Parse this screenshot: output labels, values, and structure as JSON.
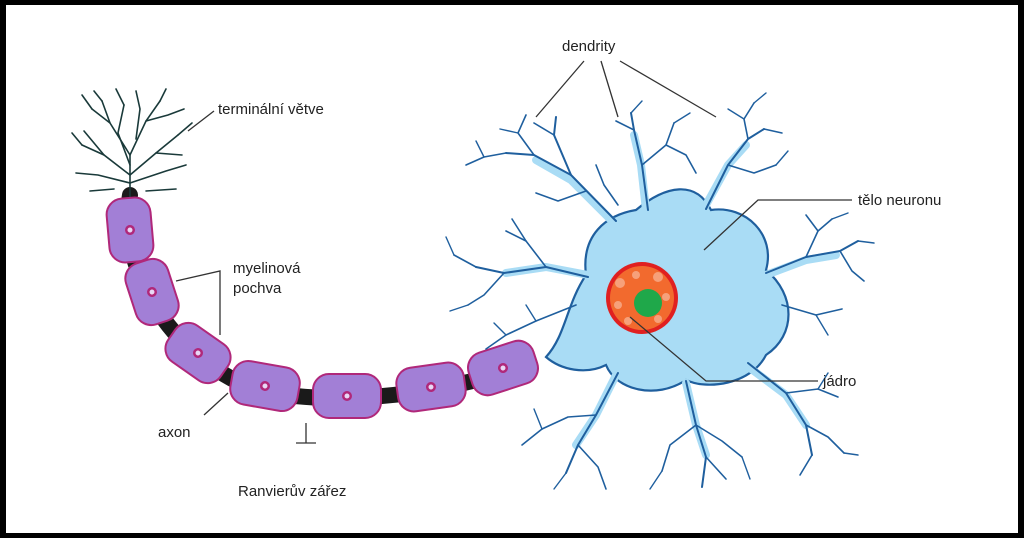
{
  "labels": {
    "terminal_branches": "terminální větve",
    "myelin_line1": "myelinová",
    "myelin_line2": "pochva",
    "axon": "axon",
    "node_of_ranvier": "Ranvierův zářez",
    "dendrites": "dendrity",
    "cell_body": "tělo neuronu",
    "nucleus": "jádro"
  },
  "colors": {
    "frame": "#000000",
    "background": "#ffffff",
    "dendrite_stroke": "#1f5f9e",
    "cytoplasm": "#a9dcf5",
    "myelin_fill": "#a27fd6",
    "myelin_stroke": "#b0287a",
    "axon": "#1a1a1a",
    "nucleus_fill": "#f26a2e",
    "nucleus_ring": "#e02020",
    "nucleolus": "#1fa84a",
    "terminal_branch": "#1a3a3a"
  }
}
